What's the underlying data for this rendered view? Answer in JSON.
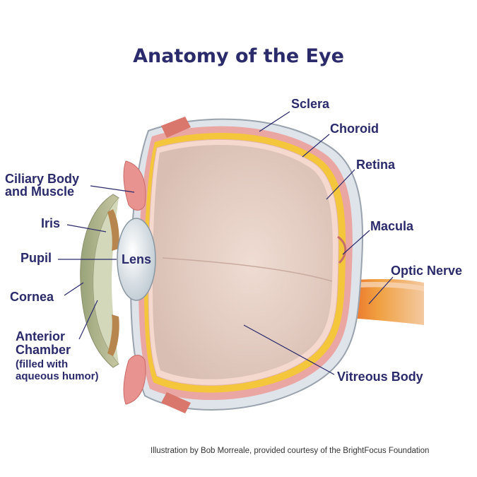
{
  "title": "Anatomy of the Eye",
  "labels": {
    "sclera": "Sclera",
    "choroid": "Choroid",
    "retina": "Retina",
    "macula": "Macula",
    "optic_nerve": "Optic Nerve",
    "vitreous_body": "Vitreous Body",
    "ciliary_line1": "Ciliary Body",
    "ciliary_line2": "and Muscle",
    "iris": "Iris",
    "pupil": "Pupil",
    "lens": "Lens",
    "cornea": "Cornea",
    "anterior_line1": "Anterior",
    "anterior_line2": "Chamber",
    "anterior_line3": "(filled with",
    "anterior_line4": "aqueous humor)"
  },
  "credit": "Illustration by Bob Morreale, provided courtesy of the BrightFocus Foundation"
}
